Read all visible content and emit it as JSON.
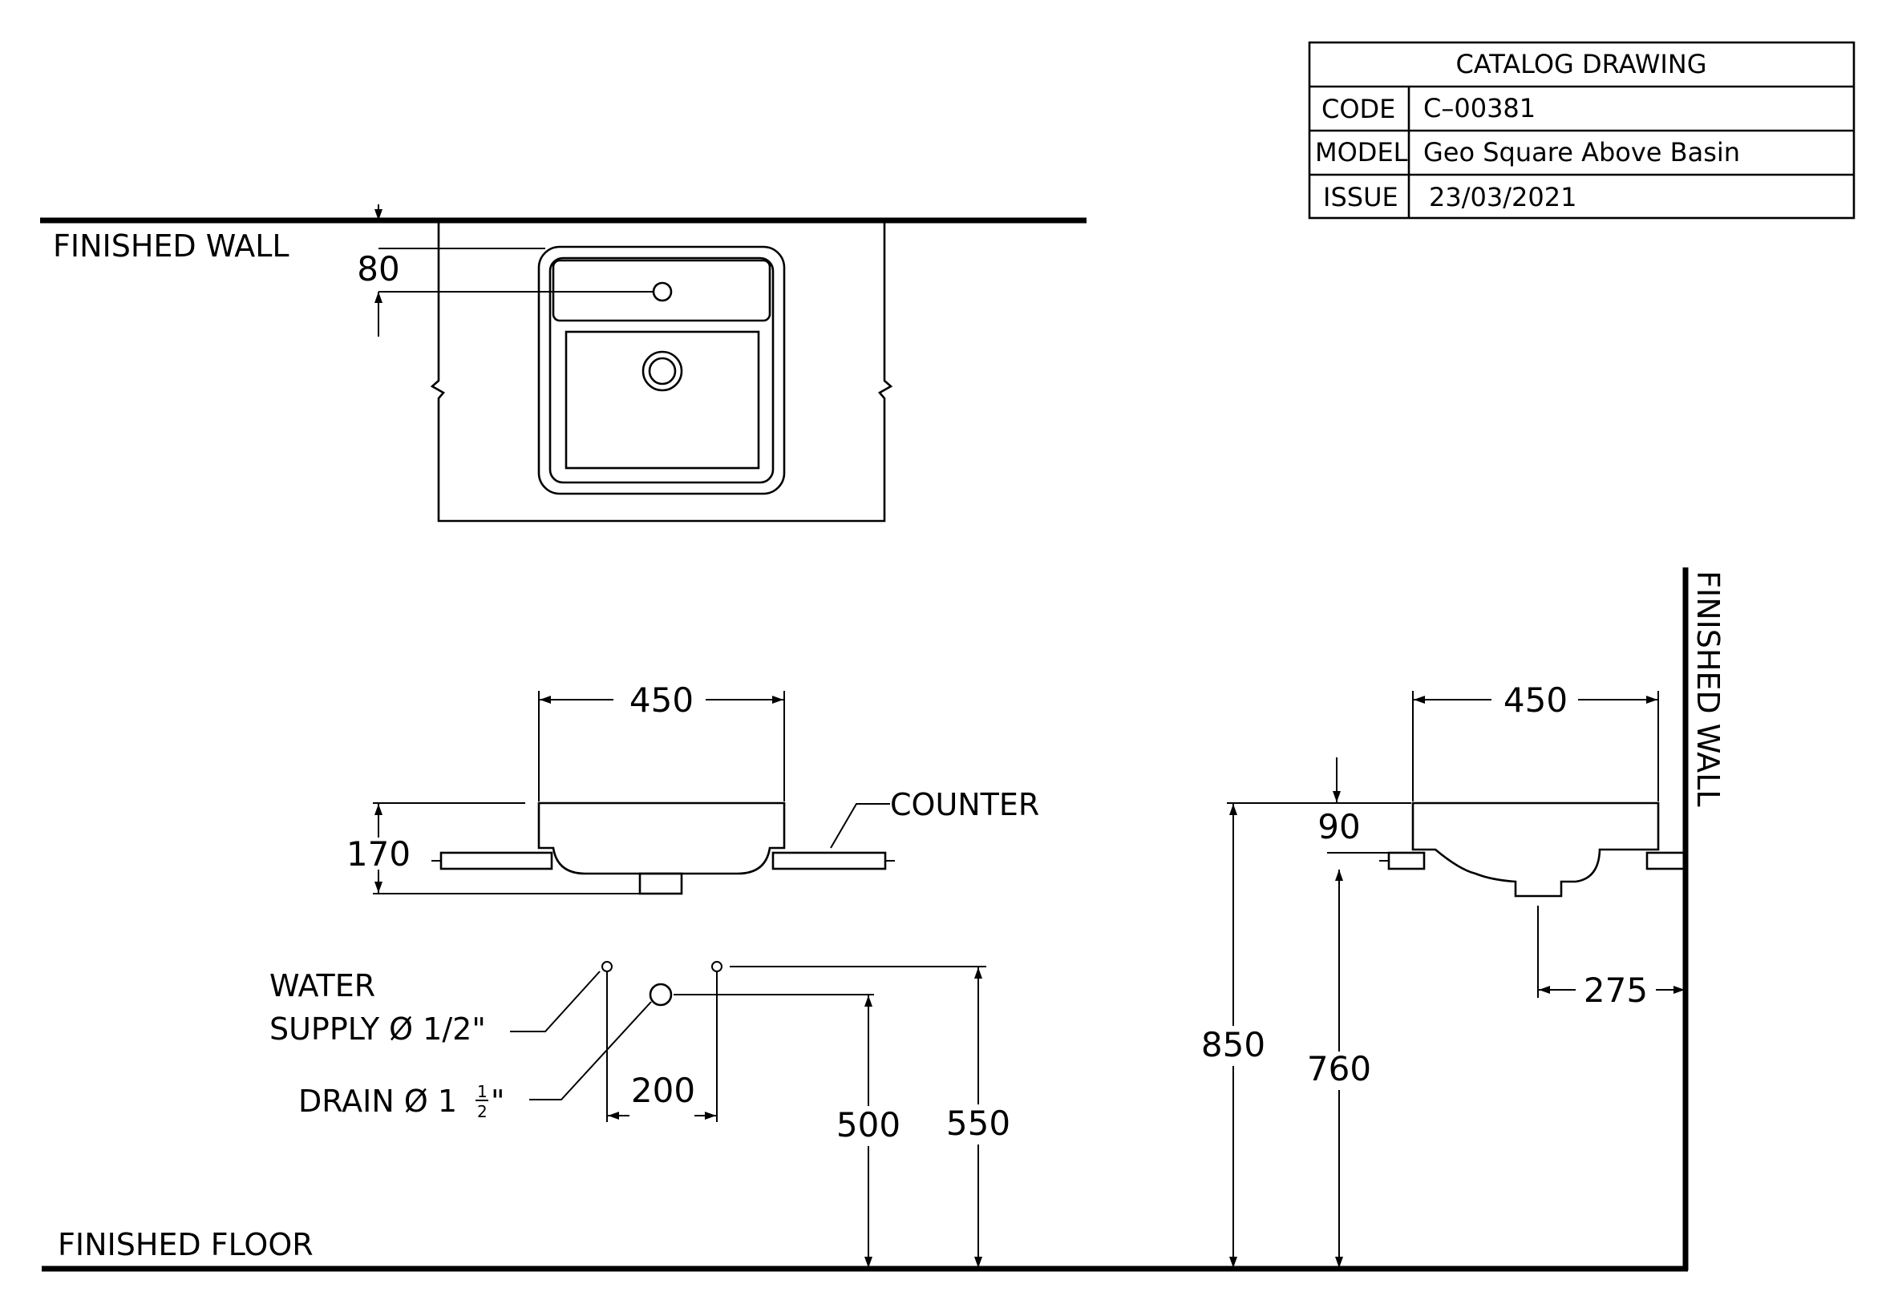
{
  "title_block": {
    "title": "CATALOG  DRAWING",
    "code_label": "CODE",
    "code_value": "C–00381",
    "model_label": "MODEL",
    "model_value": "Geo  Square  Above  Basin",
    "issue_label": "ISSUE",
    "issue_value": "23/03/2021"
  },
  "labels": {
    "finished_wall_top": "FINISHED WALL",
    "finished_wall_side": "FINISHED WALL",
    "finished_floor": "FINISHED FLOOR",
    "counter": "COUNTER",
    "water_line1": "WATER",
    "water_line2": "SUPPLY Ø 1/2\"",
    "drain_main": "DRAIN Ø 1",
    "drain_num": "1",
    "drain_den": "2",
    "drain_quote": "\""
  },
  "dimensions": {
    "wall_offset": "80",
    "front_width": "450",
    "front_height": "170",
    "side_width": "450",
    "side_top": "90",
    "side_wall_dist": "275",
    "supply_spacing": "200",
    "drain_height": "500",
    "supply_height": "550",
    "rim_height": "850",
    "counter_height": "760"
  }
}
